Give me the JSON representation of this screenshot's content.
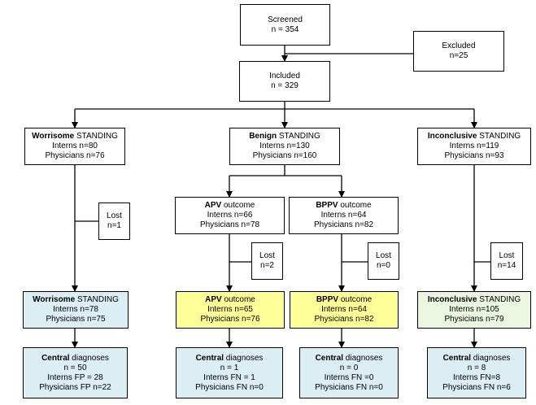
{
  "screened": {
    "line1": "Screened",
    "line2": "n = 354"
  },
  "excluded": {
    "line1": "Excluded",
    "line2": "n=25"
  },
  "included": {
    "line1": "Included",
    "line2": "n = 329"
  },
  "worrisome": {
    "bold": "Worrisome",
    "title_rest": " STANDING",
    "interns": "Interns n=80",
    "physicians": "Physicians n=76"
  },
  "benign": {
    "bold": "Benign",
    "title_rest": " STANDING",
    "interns": "Interns n=130",
    "physicians": "Physicians n=160"
  },
  "inconclusive": {
    "bold": "Inconclusive",
    "title_rest": " STANDING",
    "interns": "Interns n=119",
    "physicians": "Physicians  n=93"
  },
  "apv": {
    "bold": "APV",
    "title_rest": " outcome",
    "interns": "Interns n=66",
    "physicians": "Physicians n=78"
  },
  "bppv": {
    "bold": "BPPV",
    "title_rest": " outcome",
    "interns": "Interns n=64",
    "physicians": "Physicians n=82"
  },
  "lost_worrisome": {
    "line1": "Lost",
    "line2": "n=1"
  },
  "lost_apv": {
    "line1": "Lost",
    "line2": "n=2"
  },
  "lost_bppv": {
    "line1": "Lost",
    "line2": "n=0"
  },
  "lost_inconclusive": {
    "line1": "Lost",
    "line2": "n=14"
  },
  "worrisome2": {
    "bold": "Worrisome",
    "title_rest": " STANDING",
    "interns": "Interns n=78",
    "physicians": "Physicians n=75"
  },
  "apv2": {
    "bold": "APV",
    "title_rest": " outcome",
    "interns": "Interns n=65",
    "physicians": "Physicians n=76"
  },
  "bppv2": {
    "bold": "BPPV",
    "title_rest": " outcome",
    "interns": "Interns n=64",
    "physicians": "Physicians n=82"
  },
  "inconclusive2": {
    "bold": "Inconclusive",
    "title_rest": " STANDING",
    "interns": "Interns n=105",
    "physicians": "Physicians   n=79"
  },
  "central_worrisome": {
    "bold": "Central",
    "title_rest": " diagnoses",
    "n": "n = 50",
    "interns": "Interns FP = 28",
    "physicians": "Physicians FP n=22"
  },
  "central_apv": {
    "bold": "Central",
    "title_rest": " diagnoses",
    "n": "n = 1",
    "interns": "Interns FN = 1",
    "physicians": "Physicians FN n=0"
  },
  "central_bppv": {
    "bold": "Central",
    "title_rest": " diagnoses",
    "n": "n = 0",
    "interns": "Interns FN =0",
    "physicians": "Physicians FN n=0"
  },
  "central_inconclusive": {
    "bold": "Central",
    "title_rest": " diagnoses",
    "n": "n = 8",
    "interns": "Interns FN=8",
    "physicians": "Physicians FN n=6"
  },
  "colors": {
    "line": "#000000",
    "blue": "#dbeef4",
    "yellow": "#ffff99",
    "green": "#ebf5df"
  }
}
